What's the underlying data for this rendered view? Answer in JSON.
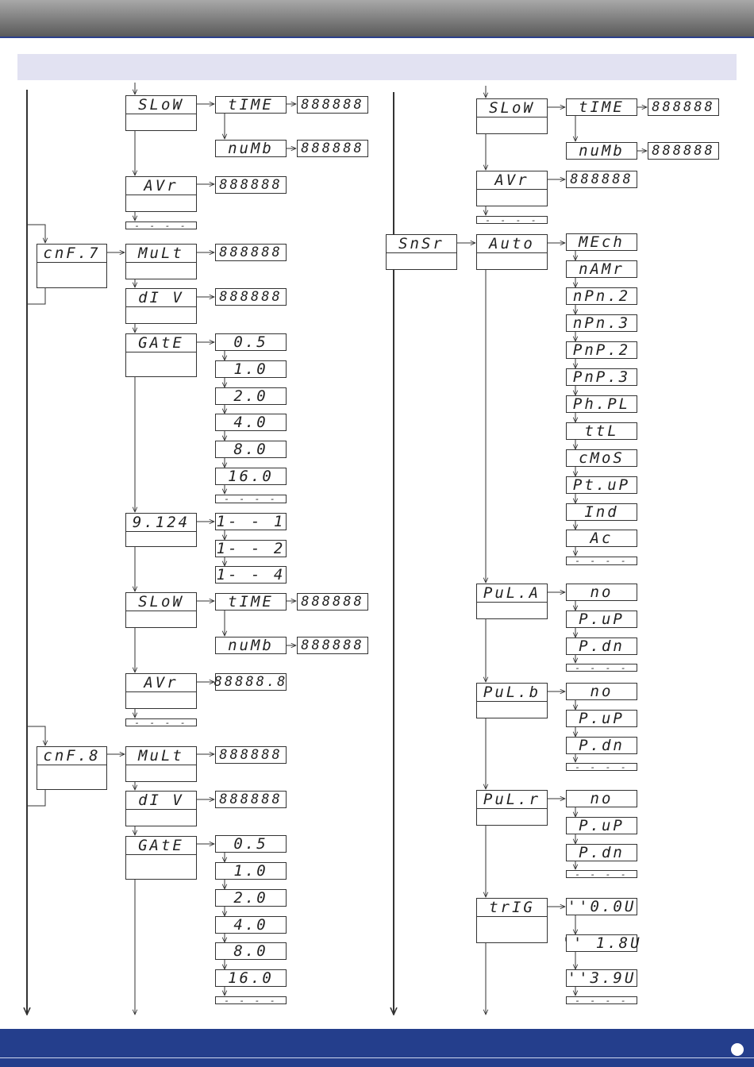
{
  "colors": {
    "header": "#7a7a7a",
    "band": "#e2e2f2",
    "footer": "#243e8c",
    "line": "#333333"
  },
  "left": {
    "slow1": {
      "label": "SLoW",
      "time": "tIME",
      "time_val": "888888",
      "numb": "nuMb",
      "numb_val": "888888"
    },
    "avr1": {
      "label": "AVr",
      "val": "888888"
    },
    "end1": "- - - -",
    "cnf7": {
      "label": "cnF.7",
      "mult": {
        "label": "MuLt",
        "val": "888888"
      },
      "div": {
        "label": "dI V",
        "val": "888888"
      },
      "gate": {
        "label": "GAtE",
        "options": [
          "0.5",
          "1.0",
          "2.0",
          "4.0",
          "8.0",
          "16.0"
        ],
        "end": "- - - -"
      },
      "q124": {
        "label": "9.124",
        "options": [
          "1- - 1",
          "1- - 2",
          "1- - 4"
        ]
      },
      "slow": {
        "label": "SLoW",
        "time": "tIME",
        "time_val": "888888",
        "numb": "nuMb",
        "numb_val": "888888"
      },
      "avr": {
        "label": "AVr",
        "val": "88888.8"
      },
      "end": "- - - -"
    },
    "cnf8": {
      "label": "cnF.8",
      "mult": {
        "label": "MuLt",
        "val": "888888"
      },
      "div": {
        "label": "dI V",
        "val": "888888"
      },
      "gate": {
        "label": "GAtE",
        "options": [
          "0.5",
          "1.0",
          "2.0",
          "4.0",
          "8.0",
          "16.0"
        ],
        "end": "- - - -"
      }
    }
  },
  "right": {
    "slow": {
      "label": "SLoW",
      "time": "tIME",
      "time_val": "888888",
      "numb": "nuMb",
      "numb_val": "888888"
    },
    "avr": {
      "label": "AVr",
      "val": "888888"
    },
    "end": "- - - -",
    "snsr": {
      "label": "SnSr",
      "auto": {
        "label": "Auto",
        "options": [
          "MEch",
          "nAMr",
          "nPn.2",
          "nPn.3",
          "PnP.2",
          "PnP.3",
          "Ph.PL",
          "ttL",
          "cMoS",
          "Pt.uP",
          "Ind",
          "Ac"
        ],
        "end": "- - - -"
      },
      "pula": {
        "label": "PuL.A",
        "options": [
          "no",
          "P.uP",
          "P.dn"
        ],
        "end": "- - - -"
      },
      "pulb": {
        "label": "PuL.b",
        "options": [
          "no",
          "P.uP",
          "P.dn"
        ],
        "end": "- - - -"
      },
      "pulr": {
        "label": "PuL.r",
        "options": [
          "no",
          "P.uP",
          "P.dn"
        ],
        "end": "- - - -"
      },
      "trig": {
        "label": "trIG",
        "options": [
          "''0.0U",
          "'' 1.8U",
          "''3.9U"
        ],
        "end": "- - - -"
      }
    }
  }
}
